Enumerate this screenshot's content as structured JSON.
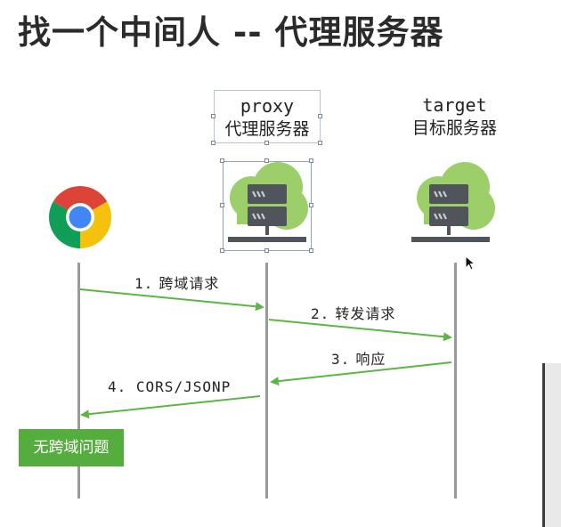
{
  "title": "找一个中间人 -- 代理服务器",
  "nodes": {
    "browser": {
      "icon": "chrome-browser-icon"
    },
    "proxy": {
      "name": "proxy",
      "desc": "代理服务器",
      "icon": "server-cloud-icon"
    },
    "target": {
      "name": "target",
      "desc": "目标服务器",
      "icon": "server-cloud-icon"
    }
  },
  "messages": [
    {
      "num": "1.",
      "text": "跨域请求",
      "from": "browser",
      "to": "proxy"
    },
    {
      "num": "2.",
      "text": "转发请求",
      "from": "proxy",
      "to": "target"
    },
    {
      "num": "3.",
      "text": "响应",
      "from": "target",
      "to": "proxy"
    },
    {
      "num": "4.",
      "text": "CORS/JSONP",
      "from": "proxy",
      "to": "browser"
    }
  ],
  "result": {
    "text": "无跨域问题"
  },
  "colors": {
    "arrow": "#5cb545",
    "cloud": "#9ccf6a",
    "server": "#4f555b",
    "lifeline": "#9a9a9a",
    "result_bg": "#55ad3e"
  }
}
